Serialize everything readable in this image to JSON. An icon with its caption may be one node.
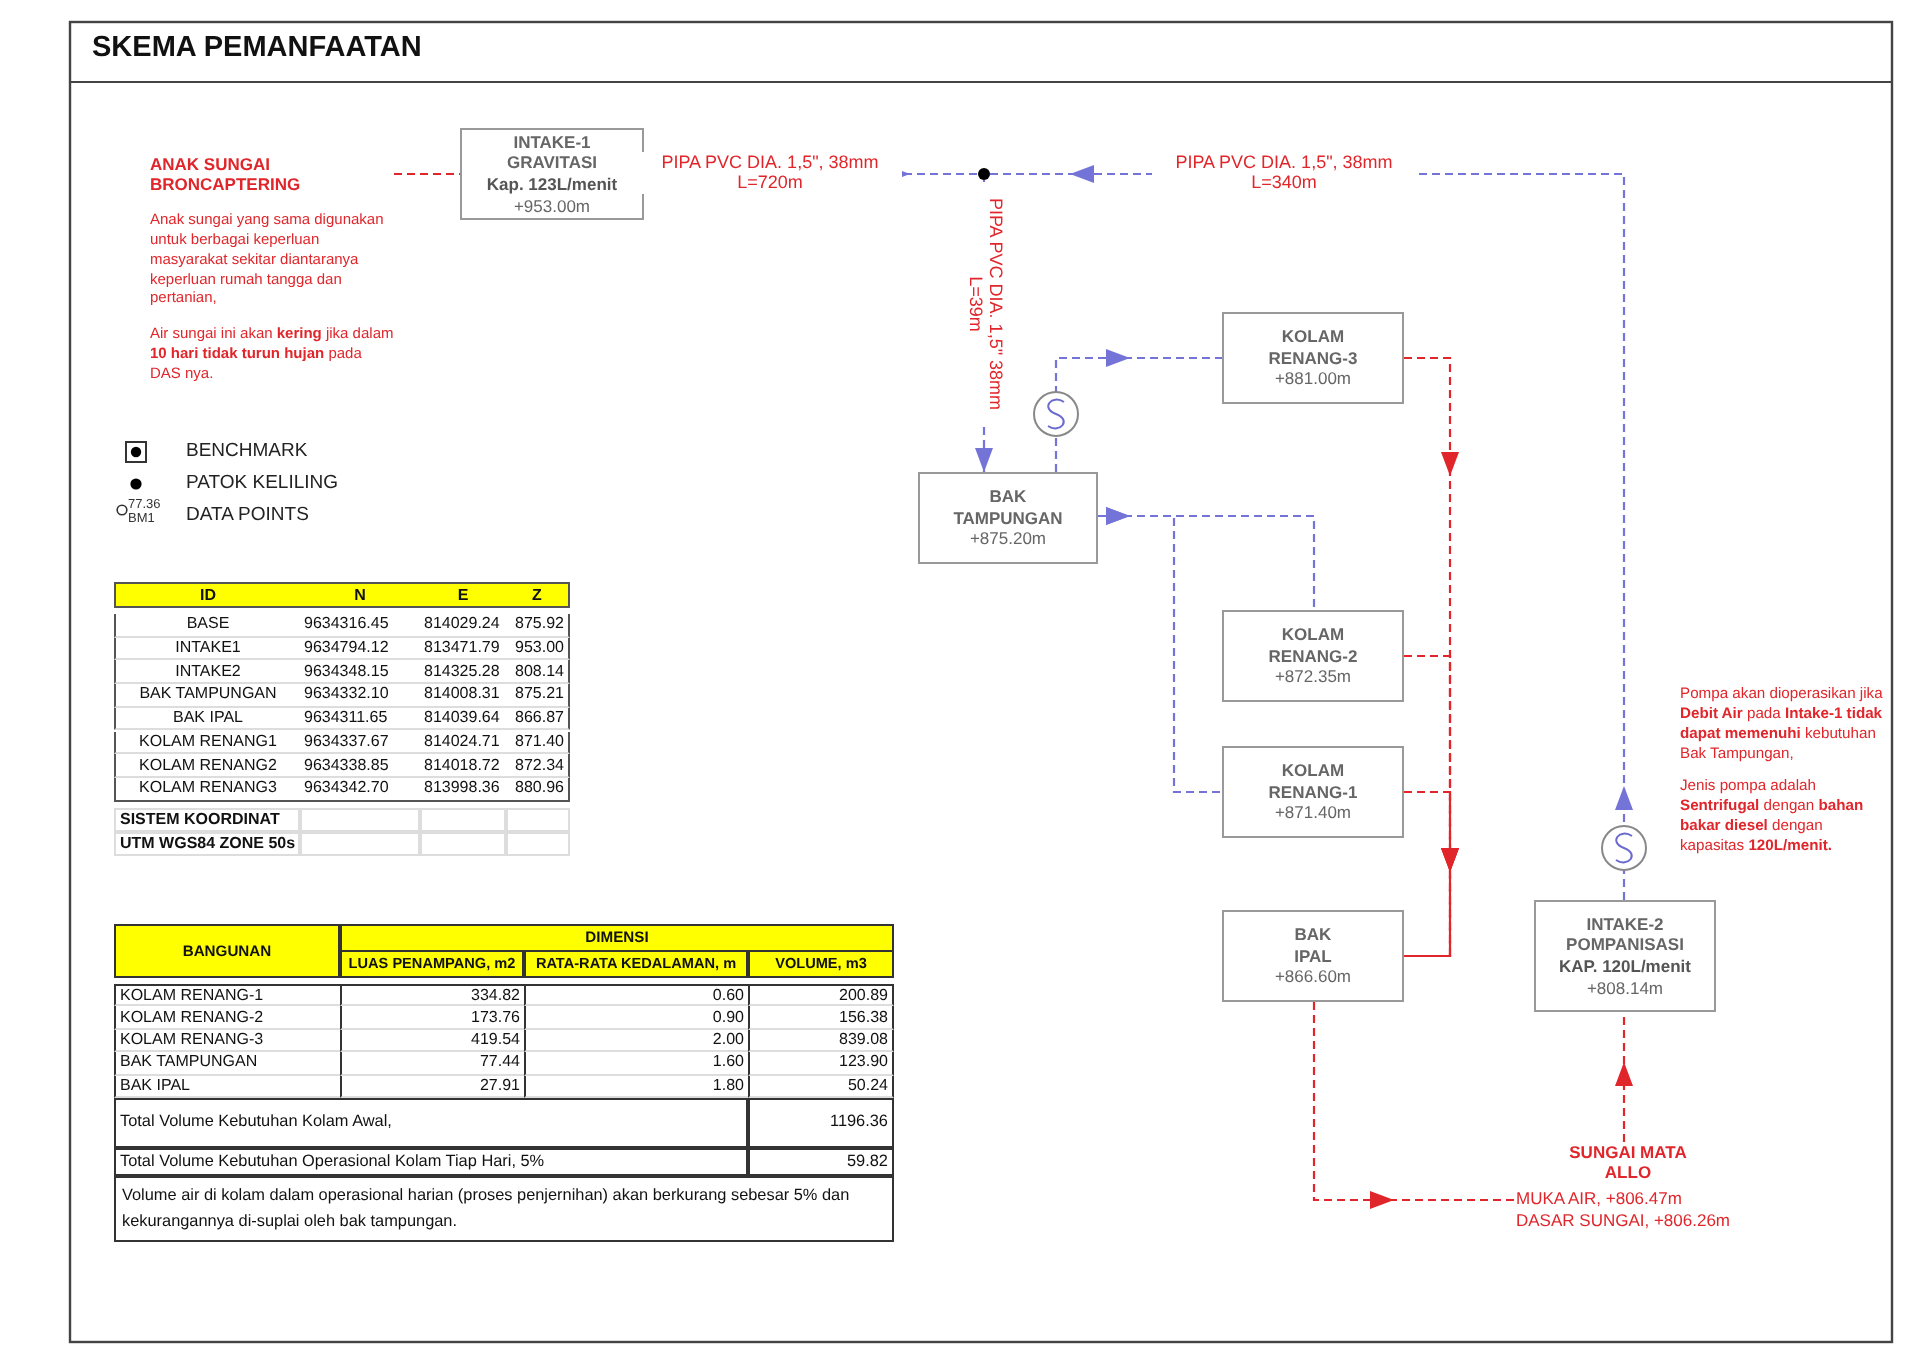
{
  "diagram": {
    "title": "SKEMA PEMANFAATAN",
    "nodes": [
      {
        "text": [
          "ANAK SUNGAI BRONCAPTERING",
          "Anak sungai yang sama digunakan untuk berbagai keperluan masyarakat sekitar diantaranya keperluan rumah tangga dan pertanian,",
          "Air sungai ini akan **kering** jika dalam **10 hari tidak turun hujan** pada DAS nya."
        ]
      },
      {
        "text": [
          "INTAKE-1 GRAVITASI",
          "Kap. 123L/menit",
          "+953.00m"
        ]
      },
      {
        "text": [],
        "shape": "circle"
      },
      {
        "text": [
          "BAK TAMPUNGAN",
          "+875.20m"
        ]
      },
      {
        "text": [
          "KOLAM RENANG-3",
          "+881.00m"
        ]
      },
      {
        "text": [
          "KOLAM RENANG-2",
          "+872.35m"
        ]
      },
      {
        "text": [
          "KOLAM RENANG-1",
          "+871.40m"
        ]
      },
      {
        "text": [
          "BAK IPAL",
          "+866.60m"
        ]
      },
      {
        "text": [
          "INTAKE-2 POMPANISASI",
          "KAP. 120L/menit",
          "+808.14m"
        ]
      },
      {
        "text": [
          "SUNGAI MATA ALLO",
          "MUKA AIR, +806.47m",
          "DASAR SUNGAI, +806.26m"
        ]
      }
    ],
    "edges": [
      {
        "from": 0,
        "to": 1,
        "arrow": "none",
        "style": "dashed",
        "color": "#e0262b"
      },
      {
        "from": 1,
        "to": 2,
        "arrow": "to",
        "style": "dashed",
        "color": "#7474d8",
        "label": "PIPA PVC DIA. 1,5\", 38mm L=720m"
      },
      {
        "from": 8,
        "to": 2,
        "arrow": "to",
        "style": "dashed",
        "color": "#7474d8",
        "label": "PIPA PVC DIA. 1,5\", 38mm L=340m"
      },
      {
        "from": 2,
        "to": 3,
        "arrow": "to",
        "style": "dashed",
        "color": "#7474d8",
        "label": "PIPA PVC DIA. 1,5\" 38mm L=39m"
      },
      {
        "from": 3,
        "to": 4,
        "arrow": "to",
        "style": "dashed",
        "color": "#7474d8"
      },
      {
        "from": 3,
        "to": 5,
        "arrow": "to",
        "style": "dashed",
        "color": "#7474d8"
      },
      {
        "from": 3,
        "to": 6,
        "arrow": "to",
        "style": "dashed",
        "color": "#7474d8"
      },
      {
        "from": 4,
        "to": 7,
        "arrow": "to",
        "style": "dashed",
        "color": "#e0262b"
      },
      {
        "from": 5,
        "to": 7,
        "arrow": "to",
        "style": "dashed",
        "color": "#e0262b"
      },
      {
        "from": 6,
        "to": 7,
        "arrow": "to",
        "style": "dashed",
        "color": "#e0262b"
      },
      {
        "from": 7,
        "to": 9,
        "arrow": "to",
        "style": "dashed",
        "color": "#e0262b"
      },
      {
        "from": 9,
        "to": 8,
        "arrow": "to",
        "style": "dashed",
        "color": "#e0262b"
      }
    ],
    "labels": [
      "77.36",
      "BM1",
      "ID",
      "N",
      "E",
      "Z",
      "BASE",
      "9634316.45",
      "814029.24",
      "875.92",
      "INTAKE1",
      "9634794.12",
      "813471.79",
      "953.00",
      "INTAKE2",
      "9634348.15",
      "814325.28",
      "808.14",
      "BAK TAMPUNGAN",
      "9634332.10",
      "814008.31",
      "875.21",
      "BAK IPAL",
      "9634311.65",
      "814039.64",
      "866.87",
      "KOLAM RENANG1",
      "9634337.67",
      "814024.71",
      "871.40",
      "KOLAM RENANG2",
      "9634338.85",
      "814018.72",
      "872.34",
      "KOLAM RENANG3",
      "9634342.70",
      "813998.36",
      "880.96",
      "SISTEM KOORDINAT",
      "UTM WGS84 ZONE 50s",
      "Pompa akan dioperasikan jika **Debit Air** pada **Intake-1 tidak dapat memenuhi** kebutuhan Bak Tampungan,",
      "Jenis pompa adalah **Sentrifugal** dengan **bahan bakar diesel** dengan kapasitas **120L/menit.**",
      "BANGUNAN",
      "DIMENSI",
      "LUAS PENAMPANG, m2",
      "RATA-RATA KEDALAMAN, m",
      "VOLUME, m3",
      "KOLAM RENANG-1",
      "334.82",
      "0.60",
      "200.89",
      "KOLAM RENANG-2",
      "173.76",
      "0.90",
      "156.38",
      "KOLAM RENANG-3",
      "419.54",
      "2.00",
      "839.08",
      "BAK TAMPUNGAN",
      "77.44",
      "1.60",
      "123.90",
      "BAK IPAL",
      "27.91",
      "1.80",
      "50.24",
      "Total Volume Kebutuhan Kolam Awal,",
      "1196.36",
      "Total Volume Kebutuhan Operasional Kolam Tiap Hari, 5%",
      "59.82",
      "Volume air di kolam dalam operasional harian (proses penjernihan) akan berkurang sebesar 5% dan kekurangannya di-suplai oleh bak tampungan."
    ],
    "legend": [
      {
        "text": "BENCHMARK"
      },
      {
        "text": "PATOK KELILING"
      },
      {
        "text": "DATA POINTS"
      }
    ]
  }
}
